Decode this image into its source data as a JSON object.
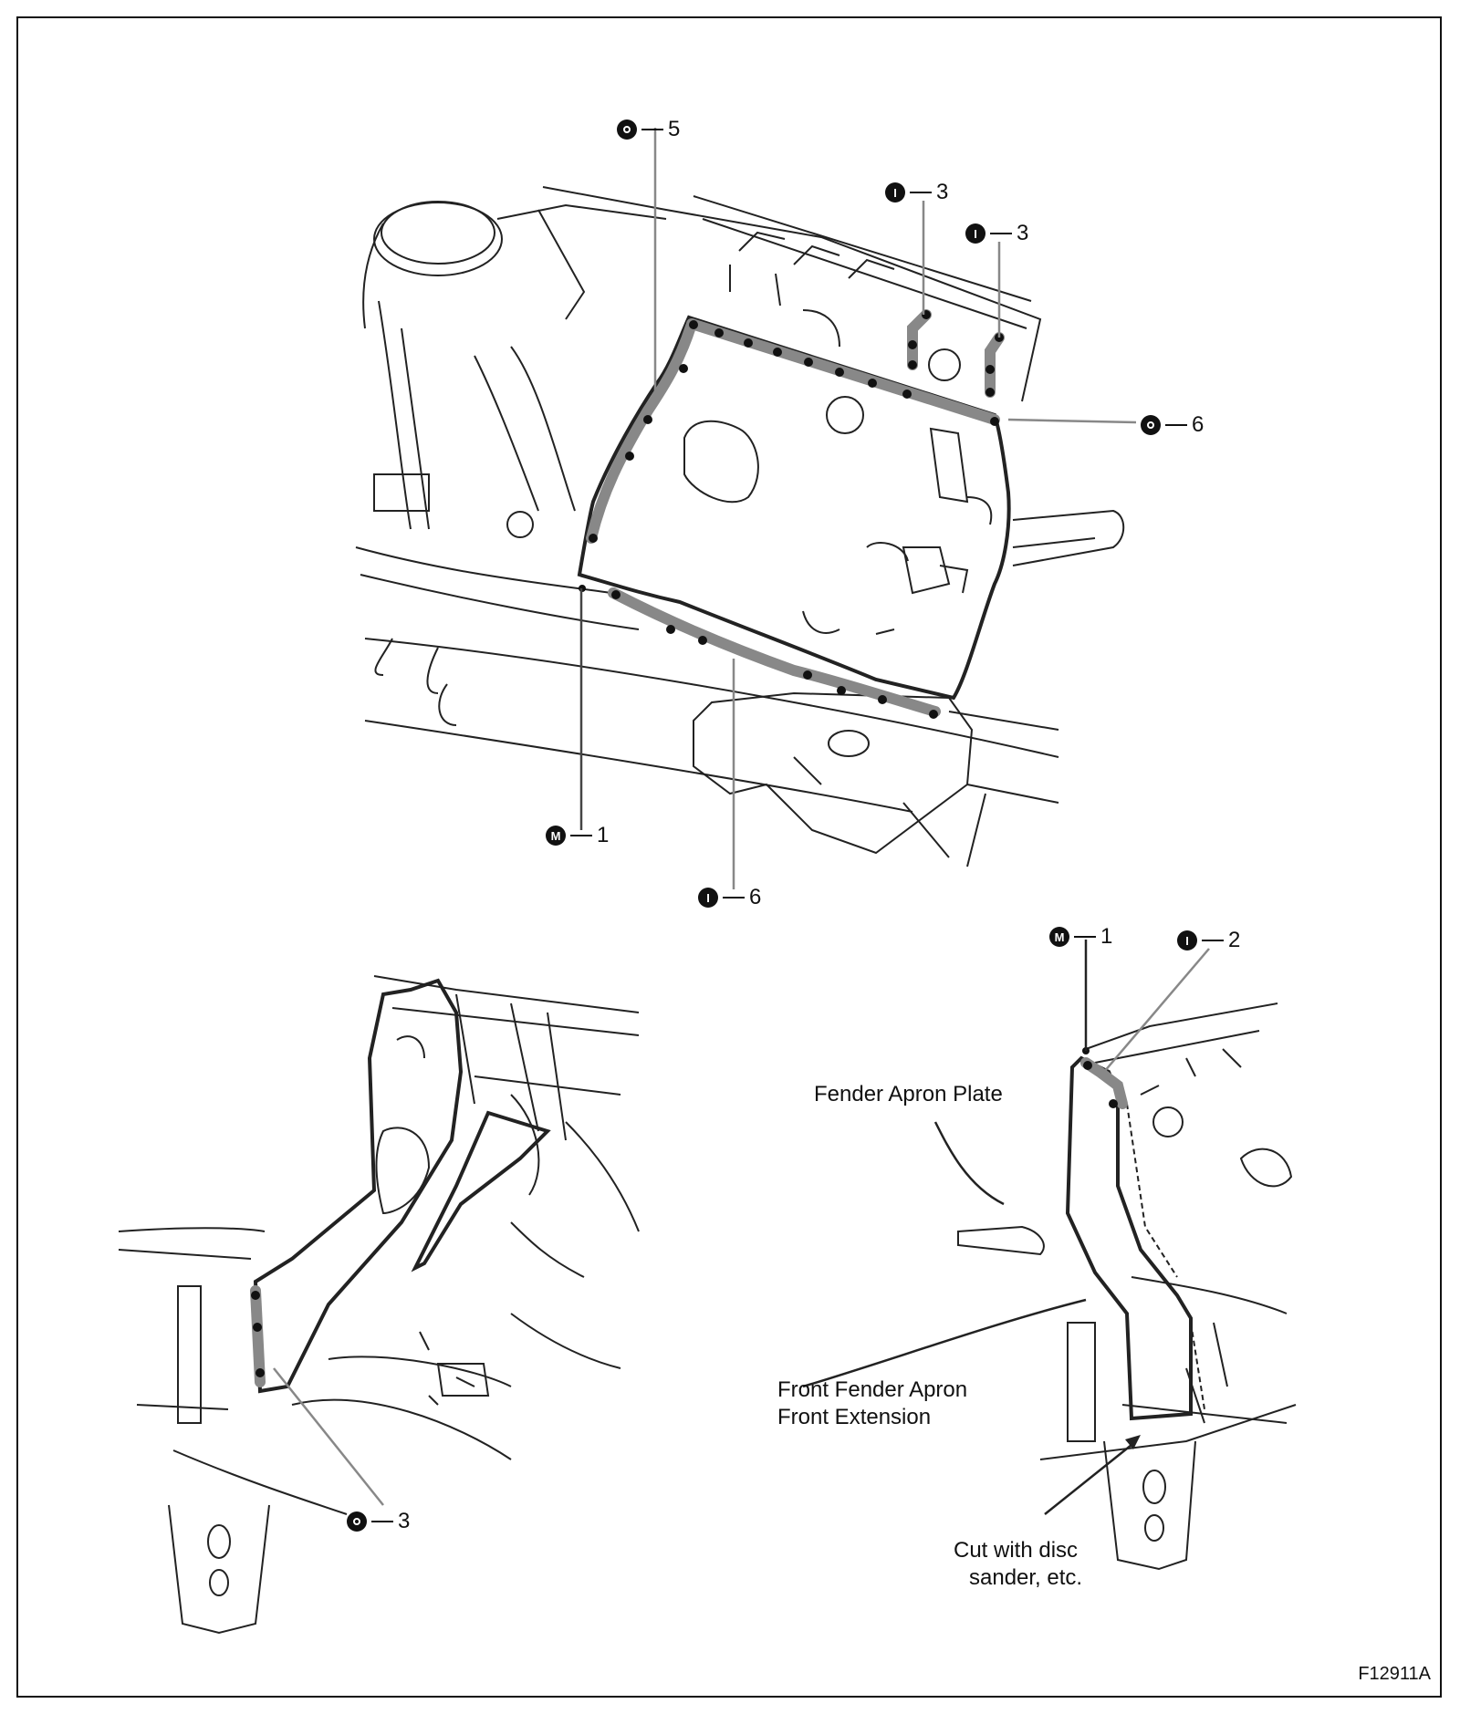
{
  "labels": {
    "fender_apron_plate": "Fender Apron Plate",
    "front_extension_line1": "Front Fender Apron",
    "front_extension_line2": "Front Extension",
    "cut_note_line1": "Cut with disc",
    "cut_note_line2": "sander, etc."
  },
  "callouts": {
    "c5": {
      "symbol": "O",
      "number": "5"
    },
    "c3a": {
      "symbol": "I",
      "number": "3"
    },
    "c3b": {
      "symbol": "I",
      "number": "3"
    },
    "c6": {
      "symbol": "O",
      "number": "6"
    },
    "m1": {
      "symbol": "M",
      "number": "1"
    },
    "i6": {
      "symbol": "I",
      "number": "6"
    },
    "m1b": {
      "symbol": "M",
      "number": "1"
    },
    "i2": {
      "symbol": "I",
      "number": "2"
    },
    "o3": {
      "symbol": "O",
      "number": "3"
    }
  },
  "figure_id": "F12911A"
}
